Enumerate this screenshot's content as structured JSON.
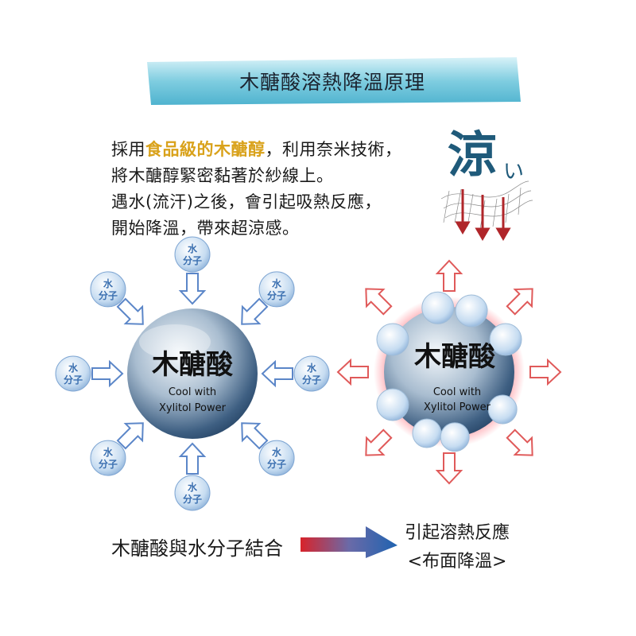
{
  "title": "木醣酸溶熱降溫原理",
  "description": {
    "line1_prefix": "採用",
    "line1_highlight": "食品級的木醣醇",
    "line1_suffix": "，利用奈米技術，",
    "line2": "將木醣醇緊密黏著於紗線上。",
    "line3": "遇水(流汗)之後，會引起吸熱反應，",
    "line4": "開始降溫，帶來超涼感。"
  },
  "cool_icon": {
    "kanji": "涼",
    "kana": "い"
  },
  "left_sphere": {
    "label": "木醣酸",
    "sub1": "Cool with",
    "sub2": "Xylitol Power",
    "molecule_line1": "水",
    "molecule_line2": "分子"
  },
  "right_sphere": {
    "label": "木醣酸",
    "sub1": "Cool with",
    "sub2": "Xylitol Power"
  },
  "bottom": {
    "left_caption": "木醣酸與水分子結合",
    "right_caption_line1": "引起溶熱反應",
    "right_caption_line2": "<布面降溫>"
  },
  "colors": {
    "highlight": "#d9a21b",
    "inward_arrows": "#5b86c8",
    "outward_arrows": "#e05a5a",
    "cool_text": "#1f5a7a",
    "down_arrows": "#b0262a"
  }
}
